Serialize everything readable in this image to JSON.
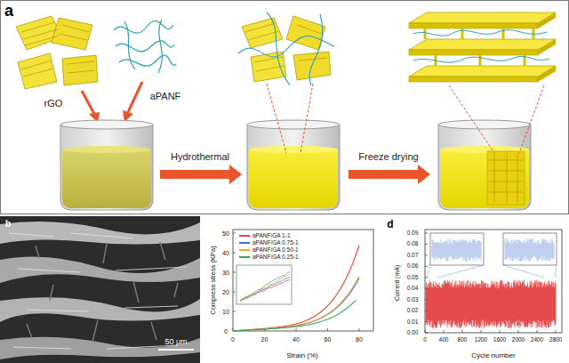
{
  "diagram": {
    "labels": [
      "a",
      "rGO",
      "aPANF",
      "Hydrothermal",
      "Freeze drying",
      "b",
      "50 μm",
      "Compress stress (KPa)",
      "Strain (%)",
      "0",
      "10",
      "20",
      "30",
      "40",
      "50",
      "0",
      "20",
      "40",
      "60",
      "80",
      "d",
      "Current (mA)",
      "Cycle number",
      "0.00",
      "0.01",
      "0.02",
      "0.03",
      "0.04",
      "0.05",
      "0.06",
      "0.07",
      "0.08",
      "0.09",
      "0",
      "400",
      "800",
      "1200",
      "1600",
      "2000",
      "2400",
      "2800"
    ],
    "legend": [
      {
        "text": "aPANF/GA 1-1",
        "color": "#e8412c"
      },
      {
        "text": "aPANF/GA 0.75-1",
        "color": "#3f6fd8"
      },
      {
        "text": "aPANF/GA 0.50-1",
        "color": "#f0a22a"
      },
      {
        "text": "aPANF/GA 0.25-1",
        "color": "#36a85a"
      }
    ]
  }
}
